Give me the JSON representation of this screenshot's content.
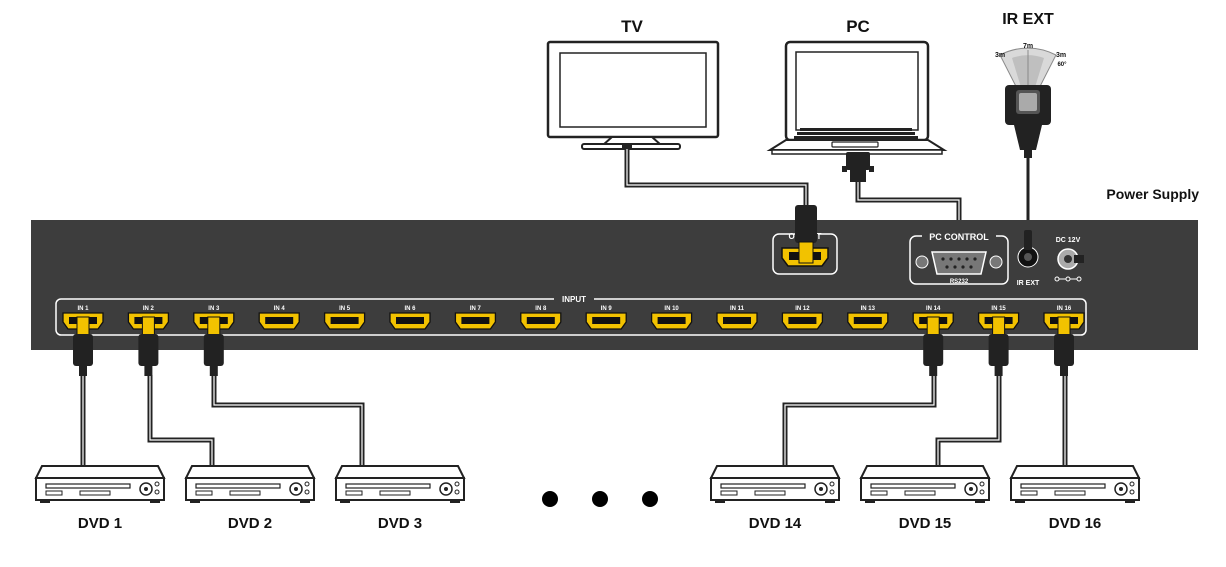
{
  "devices": {
    "tv_label": "TV",
    "pc_label": "PC",
    "ir_ext_title": "IR EXT",
    "ir_range": {
      "center": "7m",
      "left": "3m",
      "right": "3m",
      "angle": "60°"
    },
    "power_supply_label": "Power Supply"
  },
  "panel": {
    "output_label": "OUTPUT",
    "pc_control_label": "PC CONTROL",
    "rs232_label": "RS232",
    "ir_ext_port_label": "IR EXT",
    "dc_label": "DC 12V",
    "input_group_label": "INPUT",
    "inputs": [
      "IN 1",
      "IN 2",
      "IN 3",
      "IN 4",
      "IN 5",
      "IN 6",
      "IN 7",
      "IN 8",
      "IN 9",
      "IN 10",
      "IN 11",
      "IN 12",
      "IN 13",
      "IN 14",
      "IN 15",
      "IN 16"
    ]
  },
  "sources": {
    "dvd_labels": [
      "DVD 1",
      "DVD 2",
      "DVD 3",
      "DVD 14",
      "DVD 15",
      "DVD 16"
    ],
    "connected_inputs": [
      1,
      2,
      3,
      14,
      15,
      16
    ]
  },
  "colors": {
    "panel": "#3d3d3d",
    "port_gold": "#f2c200",
    "cable": "#1a1a1a",
    "outline": "#ffffff"
  }
}
